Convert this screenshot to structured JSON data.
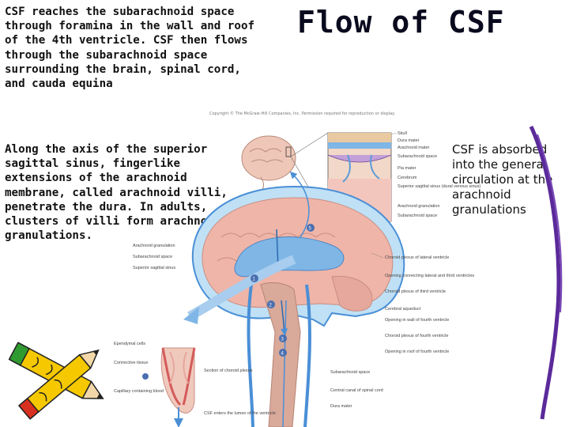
{
  "slide": {
    "title": "Flow of CSF",
    "paragraph_top": "CSF reaches the subarachnoid space through foramina in the wall and roof of the 4th ventricle. CSF then flows through the subarachnoid space surrounding the brain, spinal cord, and cauda equina",
    "paragraph_middle": "Along the axis of the superior sagittal sinus, fingerlike extensions of the arachnoid membrane, called arachnoid villi, penetrate the dura.  In adults, clusters of villi form arachnoid granulations.",
    "paragraph_right": "CSF is absorbed into the general circulation at the arachnoid granulations",
    "copyright": "Copyright © The McGraw-Hill Companies, Inc. Permission required for reproduction or display."
  },
  "diagram": {
    "labels_inset": [
      "Skull",
      "Dura mater",
      "Arachnoid mater",
      "Subarachnoid space",
      "Pia mater",
      "Cerebrum",
      "Superior sagittal sinus (dural venous sinus)",
      "Arachnoid granulation",
      "Subarachnoid space"
    ],
    "labels_right": [
      "Choroid plexus of lateral ventricle",
      "Opening connecting lateral and third ventricles",
      "Choroid plexus of third ventricle",
      "Cerebral aqueduct",
      "Opening in wall of fourth ventricle",
      "Choroid plexus of fourth ventricle",
      "Opening in roof of fourth ventricle",
      "Subarachnoid space",
      "Central canal of spinal cord",
      "Dura mater"
    ],
    "labels_left": [
      "Arachnoid granulation",
      "Subarachnoid space",
      "Superior sagittal sinus"
    ],
    "labels_lower_left": [
      "Ependymal cells",
      "Connective tissue",
      "Capillary containing blood",
      "Section of choroid plexus",
      "CSF enters the lumen of the ventricle"
    ],
    "step_numbers": [
      "1",
      "2",
      "3",
      "4",
      "5"
    ]
  },
  "colors": {
    "title": "#0a0a1e",
    "text": "#111111",
    "csf_arrow": "#4a8fd6",
    "brain_tissue": "#e8b7ad",
    "brain_edge": "#c98d80",
    "membrane": "#5a9bd8",
    "pencil_yellow": "#f5c800",
    "pencil_green": "#2f9a2f",
    "pencil_red": "#d83020",
    "stripe_purple": "#5b2a9a"
  }
}
